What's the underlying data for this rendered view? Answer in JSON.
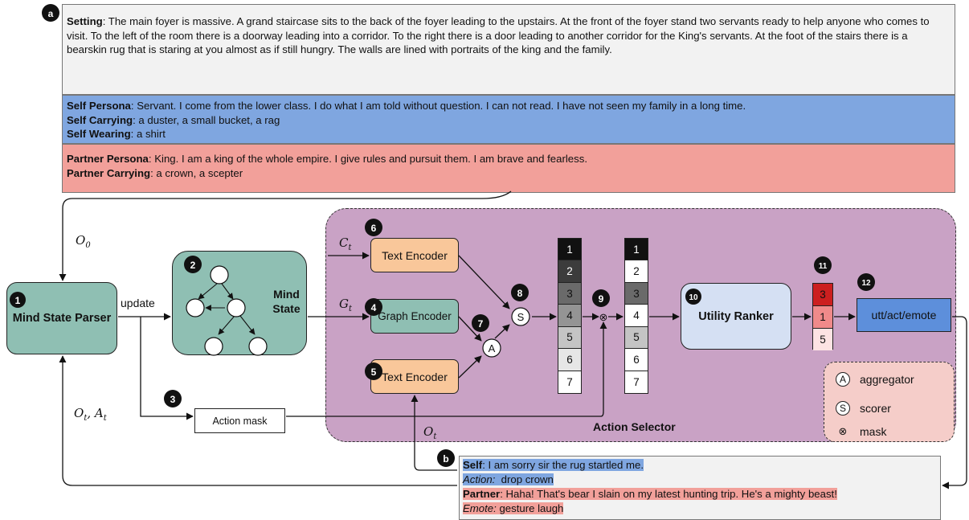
{
  "context": {
    "setting_label": "Setting",
    "setting_text": ": The main foyer is massive. A grand staircase sits to the back of the foyer leading to the upstairs. At the front of the foyer stand two servants ready to help anyone who comes to visit. To the left of the room there is a doorway leading into a corridor. To the right there is a door leading to another corridor for the King's servants. At the foot of the stairs there is a bearskin rug that is staring at you almost as if still hungry. The walls are lined with portraits of the king and the family.",
    "self_persona_label": "Self Persona",
    "self_persona_text": ": Servant. I come from the lower class. I do what I am told without question. I can not read. I have not seen my family in a long time.",
    "self_carrying_label": "Self Carrying",
    "self_carrying_text": ": a duster, a small bucket, a rag",
    "self_wearing_label": "Self Wearing",
    "self_wearing_text": ": a shirt",
    "partner_persona_label": "Partner Persona",
    "partner_persona_text": ": King. I am a king of the whole empire. I give rules and pursuit them. I am brave and fearless.",
    "partner_carrying_label": "Partner Carrying",
    "partner_carrying_text": ": a crown, a scepter"
  },
  "markers": {
    "a": "a",
    "b": "b",
    "n1": "1",
    "n2": "2",
    "n3": "3",
    "n4": "4",
    "n5": "5",
    "n6": "6",
    "n7": "7",
    "n8": "8",
    "n9": "9",
    "n10": "10",
    "n11": "11",
    "n12": "12"
  },
  "nodes": {
    "mind_state_parser": "Mind State Parser",
    "mind_state": "Mind State",
    "text_encoder_1": "Text Encoder",
    "graph_encoder": "Graph Encoder",
    "text_encoder_2": "Text Encoder",
    "action_mask": "Action mask",
    "utility_ranker": "Utility Ranker",
    "output": "utt/act/emote",
    "action_selector": "Action Selector",
    "aggregator_symbol": "A",
    "scorer_symbol": "S",
    "mask_symbol": "⊗"
  },
  "edge_labels": {
    "update": "update"
  },
  "variables": {
    "o0": {
      "base": "O",
      "sub": "0"
    },
    "ct": {
      "base": "C",
      "sub": "t"
    },
    "gt": {
      "base": "G",
      "sub": "t"
    },
    "ot": {
      "base": "O",
      "sub": "t"
    },
    "otat": {
      "base1": "O",
      "sub1": "t",
      "sep": ", ",
      "base2": "A",
      "sub2": "t"
    }
  },
  "ranking_before_mask": [
    {
      "label": "1",
      "color": "#111111",
      "text_color": "#ffffff"
    },
    {
      "label": "2",
      "color": "#3c3c3c",
      "text_color": "#ffffff"
    },
    {
      "label": "3",
      "color": "#6a6a6a",
      "text_color": "#111111"
    },
    {
      "label": "4",
      "color": "#949494",
      "text_color": "#111111"
    },
    {
      "label": "5",
      "color": "#c4c4c4",
      "text_color": "#111111"
    },
    {
      "label": "6",
      "color": "#e6e6e6",
      "text_color": "#111111"
    },
    {
      "label": "7",
      "color": "#ffffff",
      "text_color": "#111111"
    }
  ],
  "ranking_after_mask": [
    {
      "label": "1",
      "color": "#111111",
      "text_color": "#ffffff"
    },
    {
      "label": "2",
      "color": "#ffffff",
      "text_color": "#111111"
    },
    {
      "label": "3",
      "color": "#6a6a6a",
      "text_color": "#111111"
    },
    {
      "label": "4",
      "color": "#ffffff",
      "text_color": "#111111"
    },
    {
      "label": "5",
      "color": "#c4c4c4",
      "text_color": "#111111"
    },
    {
      "label": "6",
      "color": "#ffffff",
      "text_color": "#111111"
    },
    {
      "label": "7",
      "color": "#ffffff",
      "text_color": "#111111"
    }
  ],
  "top_ranked": [
    {
      "label": "3",
      "color": "#cc1f1f",
      "text_color": "#111111"
    },
    {
      "label": "1",
      "color": "#f08a8a",
      "text_color": "#111111"
    },
    {
      "label": "5",
      "color": "#fde3e3",
      "text_color": "#111111"
    }
  ],
  "legend": {
    "aggregator_symbol": "A",
    "aggregator": "aggregator",
    "scorer_symbol": "S",
    "scorer": "scorer",
    "mask_symbol": "⊗",
    "mask": "mask"
  },
  "dialogue": {
    "self_label": "Self",
    "self_text": ": I am sorry sir the rug startled me.",
    "action_label": "Action:",
    "action_text": "  drop crown",
    "partner_label": "Partner",
    "partner_text": ": Haha! That's bear I slain on my latest hunting trip. He's a mighty beast!",
    "emote_label": "Emote:",
    "emote_text": " gesture laugh"
  },
  "colors": {
    "teal": "#8fbfb3",
    "orange": "#f9c79a",
    "purple": "#c9a2c5",
    "blue": "#7fa6e0",
    "red": "#f2a09a",
    "light_blue": "#d5e0f3",
    "output_blue": "#5d8fdb",
    "legend_pink": "#f5cdc9"
  }
}
